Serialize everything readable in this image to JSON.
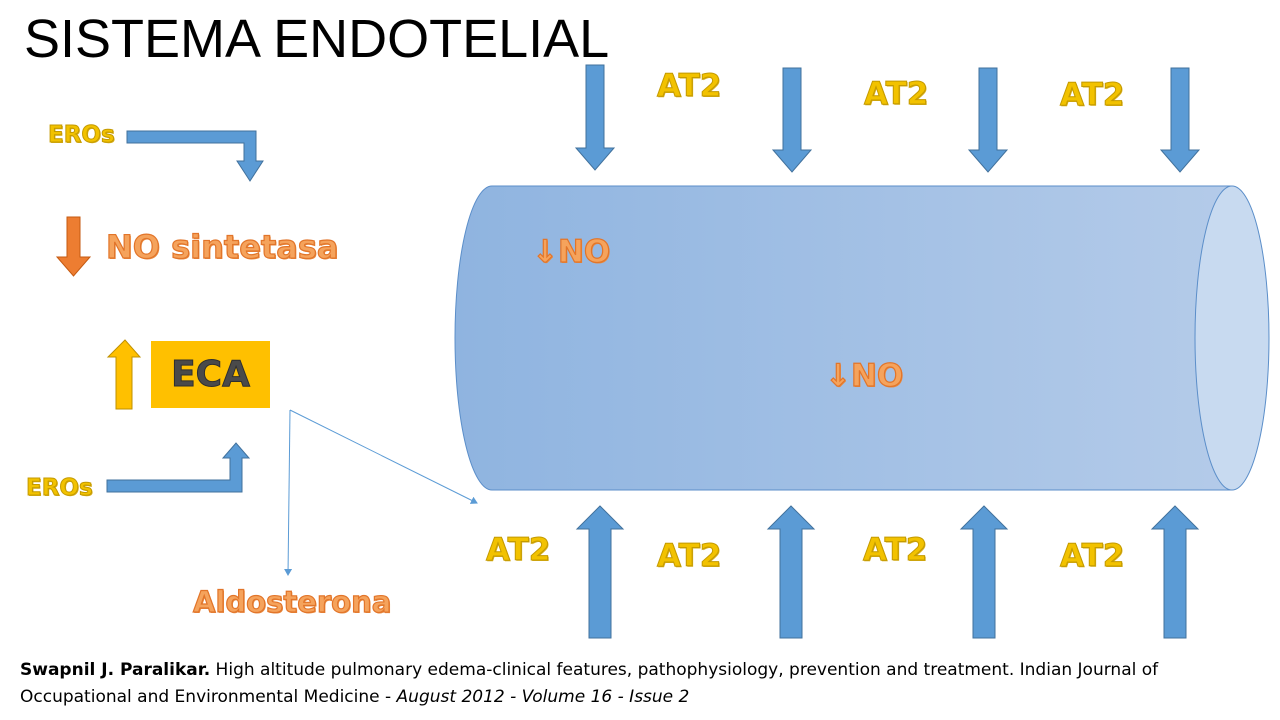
{
  "title": "SISTEMA ENDOTELIAL",
  "labels": {
    "at2": "AT2",
    "eros": "EROs",
    "no_sintetasa": "NO sintetasa",
    "eca": "ECA",
    "no": "NO",
    "aldosterona": "Aldosterona"
  },
  "icons": {
    "down_arrow": "down-arrow-icon",
    "up_arrow": "up-arrow-icon",
    "down_arrow_glyph": "↓"
  },
  "colors": {
    "arrow_blue": "#5b9bd5",
    "vessel_left": "#8fb4e0",
    "vessel_right": "#b4cbe9",
    "vessel_cap": "#c8daf0",
    "arrow_orange": "#ed7d31",
    "arrow_yellow": "#ffc000",
    "label_gold": "#f2c200",
    "label_orange": "#f5a35c"
  },
  "citation": {
    "author": "Swapnil J. Paralikar.",
    "text": " High altitude pulmonary edema-clinical features, pathophysiology, prevention and treatment. Indian Journal of Occupational and Environmental Medicine - ",
    "issue": "August 2012 - Volume 16 - Issue 2"
  }
}
